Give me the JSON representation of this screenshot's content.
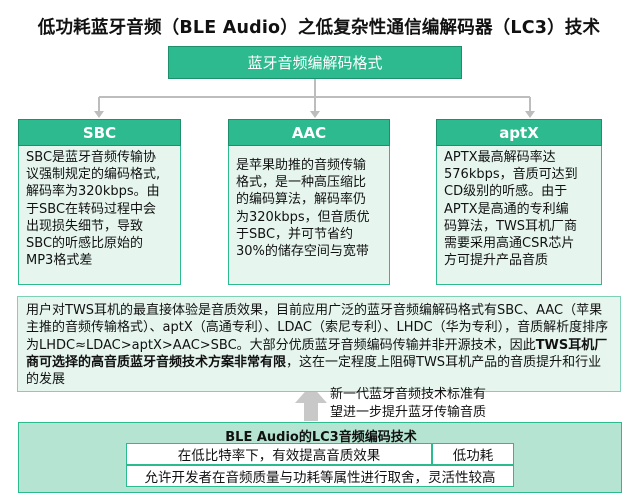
{
  "title": "低功耗蓝牙音频（BLE Audio）之低复杂性通信编解码器（LC3）技术",
  "header": "蓝牙音频编解码格式",
  "codecs": [
    {
      "name": "SBC",
      "lines": [
        "SBC是蓝牙音频传输协",
        "议强制规定的编码格式,",
        "解码率为320kbps。由",
        "于SBC在转码过程中会",
        "出现损失细节，导致",
        "SBC的听感比原始的",
        "MP3格式差"
      ]
    },
    {
      "name": "AAC",
      "lines": [
        "是苹果助推的音频传输",
        "格式，是一种高压缩比",
        "的编码算法，解码率仍",
        "为320kbps，但音质优",
        "于SBC，并可节省约",
        "30%的储存空间与宽带"
      ]
    },
    {
      "name": "aptX",
      "lines": [
        "APTX最高解码率达",
        "576kbps，音质可达到",
        "CD级别的听感。由于",
        "APTX是高通的专利编",
        "码算法，TWS耳机厂商",
        "需要采用高通CSR芯片",
        "方可提升产品音质"
      ]
    }
  ],
  "summary": {
    "part1": "用户对TWS耳机的最直接体验是音质效果，目前应用广泛的蓝牙音频编解码格式有SBC、AAC（苹果主推的音频传输格式）、aptX（高通专利）、LDAC（索尼专利）、LHDC（华为专利），音质解析度排序为LHDC≈LDAC>aptX>AAC>SBC。大部分优质蓝牙音频编码传输并非开源技术，因此",
    "bold": "TWS耳机厂商可选择的高音质蓝牙音频技术方案非常有限",
    "part2": "，这在一定程度上阻碍TWS耳机产品的音质提升和行业的发展"
  },
  "arrow_note": {
    "line1": "新一代蓝牙音频技术标准有",
    "line2": "望进一步提升蓝牙传输音质"
  },
  "ble": {
    "title": "BLE Audio的LC3音频编码技术",
    "cell1": "在低比特率下，有效提高音质效果",
    "cell2": "低功耗",
    "cell3": "允许开发者在音频质量与功耗等属性进行取舍，灵活性较高"
  },
  "colors": {
    "accent": "#2dba8e",
    "light_fill": "#e6f6ef",
    "ble_fill": "#b5e4d2",
    "arrow": "#c8c8c8"
  }
}
